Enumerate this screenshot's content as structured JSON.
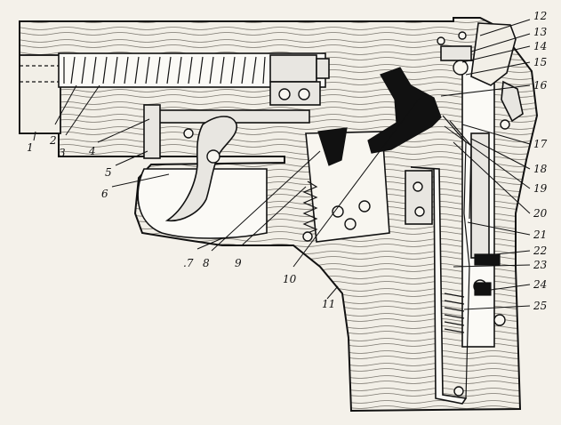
{
  "diagram": {
    "callouts": [
      {
        "id": "1",
        "text": "1"
      },
      {
        "id": "2",
        "text": "2"
      },
      {
        "id": "3",
        "text": "3"
      },
      {
        "id": "4",
        "text": "4"
      },
      {
        "id": "5",
        "text": "5"
      },
      {
        "id": "6",
        "text": "6"
      },
      {
        "id": "7",
        "text": ".7"
      },
      {
        "id": "8",
        "text": "8"
      },
      {
        "id": "9",
        "text": "9"
      },
      {
        "id": "10",
        "text": "10"
      },
      {
        "id": "11",
        "text": "11"
      },
      {
        "id": "12",
        "text": "12"
      },
      {
        "id": "13",
        "text": "13"
      },
      {
        "id": "14",
        "text": "14"
      },
      {
        "id": "15",
        "text": "15"
      },
      {
        "id": "16",
        "text": "16"
      },
      {
        "id": "17",
        "text": "17"
      },
      {
        "id": "18",
        "text": "18"
      },
      {
        "id": "19",
        "text": "19"
      },
      {
        "id": "20",
        "text": "20"
      },
      {
        "id": "21",
        "text": "21"
      },
      {
        "id": "22",
        "text": "22"
      },
      {
        "id": "23",
        "text": "23"
      },
      {
        "id": "24",
        "text": "24"
      },
      {
        "id": "25",
        "text": "25"
      }
    ]
  }
}
